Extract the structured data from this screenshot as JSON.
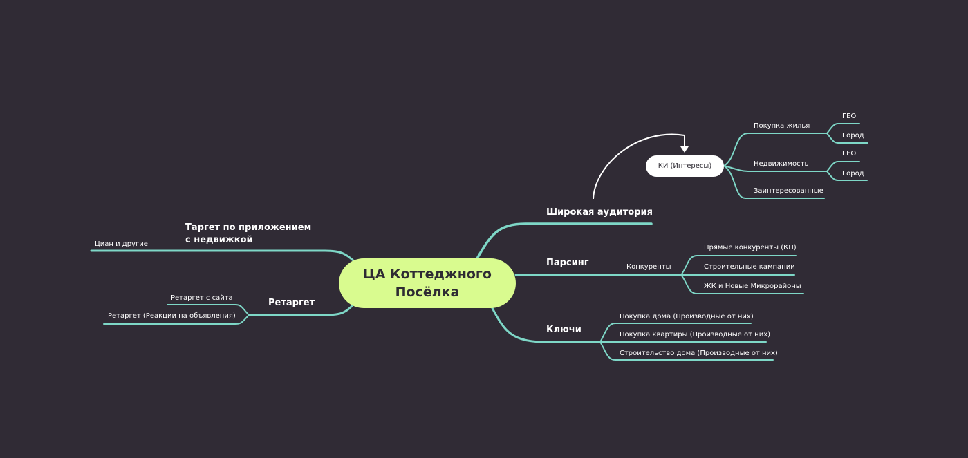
{
  "central": "ЦА Коттеджного Посёлка",
  "colors": {
    "background": "#302b35",
    "line": "#7ed7c7",
    "central_fill": "#d9fb8f",
    "text": "#ffffff"
  },
  "right": {
    "broad": {
      "label": "Широкая аудитория",
      "interests": {
        "label": "КИ (Интересы)",
        "items": [
          {
            "label": "Покупка жилья",
            "children": [
              "ГЕО",
              "Город"
            ]
          },
          {
            "label": "Недвижимость",
            "children": [
              "ГЕО",
              "Город"
            ]
          },
          {
            "label": "Заинтересованные",
            "children": []
          }
        ]
      }
    },
    "parsing": {
      "label": "Парсинг",
      "competitors": {
        "label": "Конкуренты",
        "children": [
          "Прямые конкуренты (КП)",
          "Строительные кампании",
          "ЖК и Новые Микрорайоны"
        ]
      }
    },
    "keys": {
      "label": "Ключи",
      "children": [
        "Покупка дома (Производные от них)",
        "Покупка квартиры (Производные от них)",
        "Строительство дома (Производные от них)"
      ]
    }
  },
  "left": {
    "target": {
      "label": "Таргет по приложением с недвижкой",
      "children": [
        "Циан и другие"
      ]
    },
    "retarget": {
      "label": "Ретаргет",
      "children": [
        "Ретаргет с сайта",
        "Ретаргет (Реакции на объявления)"
      ]
    }
  }
}
